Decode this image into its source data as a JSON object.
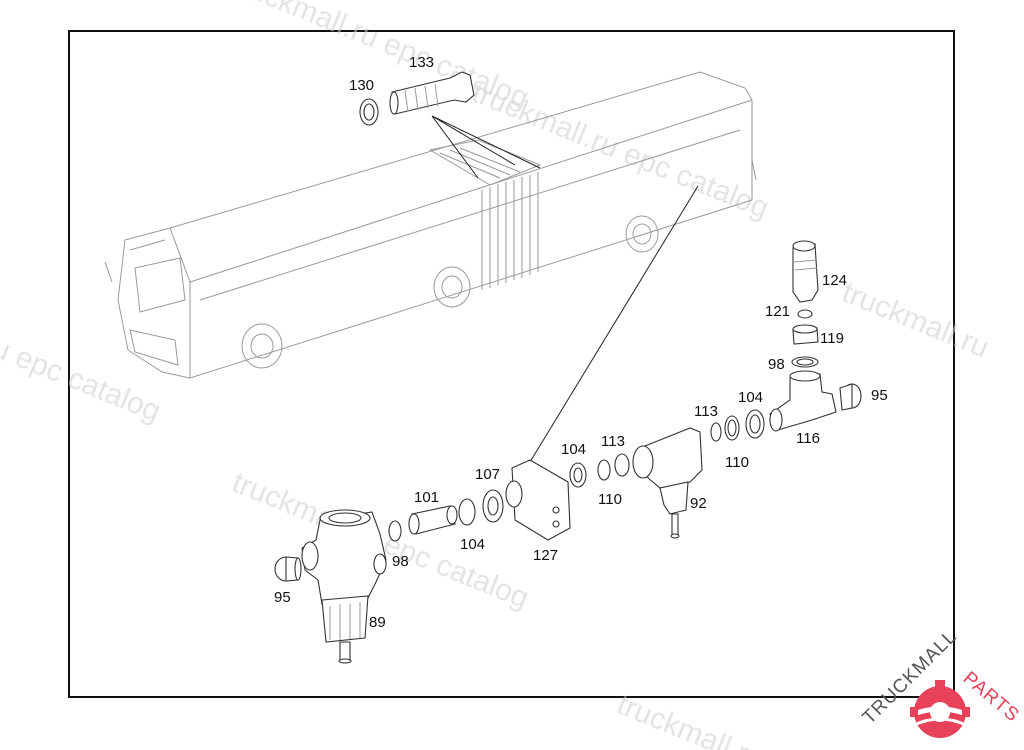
{
  "labels": {
    "p130": "130",
    "p133": "133",
    "p124": "124",
    "p121": "121",
    "p119": "119",
    "p98a": "98",
    "p104a": "104",
    "p95a": "95",
    "p113a": "113",
    "p116": "116",
    "p110a": "110",
    "p104b": "104",
    "p113b": "113",
    "p107": "107",
    "p110b": "110",
    "p92": "92",
    "p101": "101",
    "p104c": "104",
    "p127": "127",
    "p98b": "98",
    "p95b": "95",
    "p89": "89"
  },
  "watermark": {
    "text1": "truckmall.ru epc catalog",
    "text2": "u epc catalog",
    "text3": "truckmall.ru epc catalog",
    "text4": "truckmall.ru",
    "text5": "truckmall.ru epc catalog"
  },
  "logo": {
    "text_dark": "TRUCKMALL",
    "text_accent": "PARTS",
    "accent_color": "#e8415a",
    "dark_color": "#555555"
  }
}
